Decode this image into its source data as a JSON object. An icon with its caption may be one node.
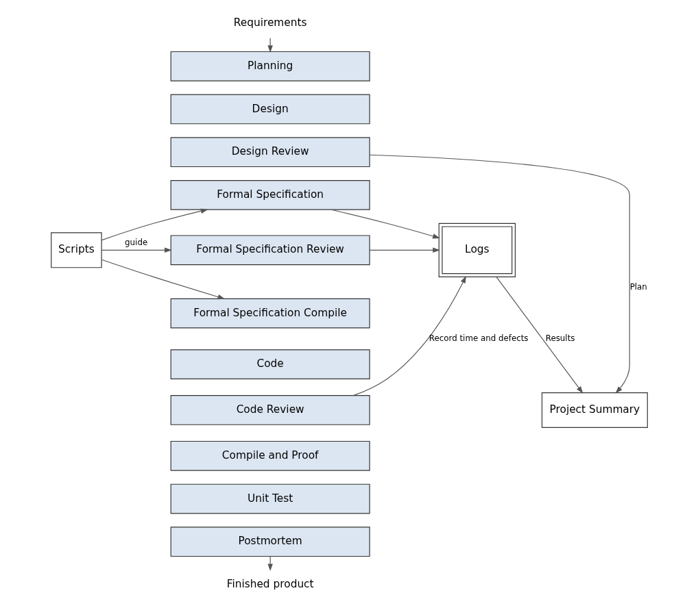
{
  "diagram": {
    "nodes": [
      {
        "text": [
          "Requirements"
        ]
      },
      {
        "text": [
          "Planning"
        ]
      },
      {
        "text": [
          "Design"
        ]
      },
      {
        "text": [
          "Design Review"
        ]
      },
      {
        "text": [
          "Formal Specification"
        ]
      },
      {
        "text": [
          "Formal Specification Review"
        ]
      },
      {
        "text": [
          "Formal Specification Compile"
        ]
      },
      {
        "text": [
          "Code"
        ]
      },
      {
        "text": [
          "Code Review"
        ]
      },
      {
        "text": [
          "Compile and Proof"
        ]
      },
      {
        "text": [
          "Unit Test"
        ]
      },
      {
        "text": [
          "Postmortem"
        ]
      },
      {
        "text": [
          "Finished product"
        ]
      },
      {
        "text": [
          "Scripts"
        ]
      },
      {
        "text": [
          "Logs"
        ]
      },
      {
        "text": [
          "Project Summary"
        ]
      }
    ],
    "edges": [
      {
        "from": 0,
        "to": 1,
        "arrow": "to"
      },
      {
        "from": 11,
        "to": 12,
        "arrow": "to"
      },
      {
        "from": 13,
        "to": 4,
        "arrow": "to"
      },
      {
        "from": 13,
        "to": 5,
        "arrow": "to",
        "label": "guide"
      },
      {
        "from": 13,
        "to": 6,
        "arrow": "to"
      },
      {
        "from": 4,
        "to": 14,
        "arrow": "to"
      },
      {
        "from": 5,
        "to": 14,
        "arrow": "to"
      },
      {
        "from": 8,
        "to": 14,
        "arrow": "to",
        "label": "Record time and defects"
      },
      {
        "from": 3,
        "to": 15,
        "arrow": "to",
        "label": "Plan"
      },
      {
        "from": 14,
        "to": 15,
        "arrow": "to",
        "label": "Results"
      }
    ]
  }
}
